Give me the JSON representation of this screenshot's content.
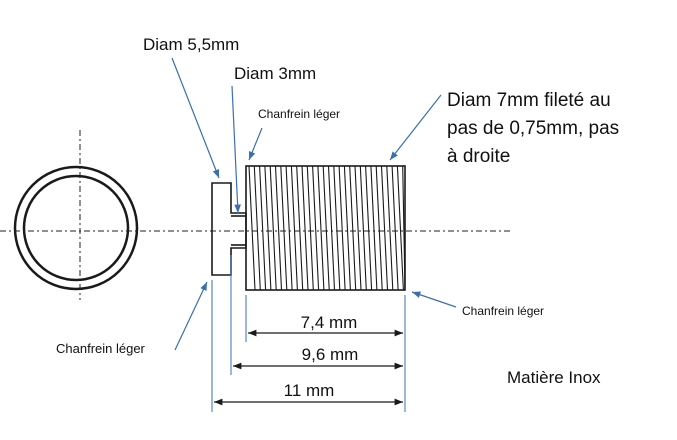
{
  "labels": {
    "diam_5_5": "Diam 5,5mm",
    "diam_3": "Diam 3mm",
    "chanfrein_top": "Chanfrein léger",
    "thread_line1": "Diam 7mm  fileté au",
    "thread_line2": "pas de 0,75mm, pas",
    "thread_line3": "à droite",
    "chanfrein_right": "Chanfrein léger",
    "chanfrein_left": "Chanfrein léger",
    "matiere": "Matière Inox"
  },
  "dimensions": {
    "d1": "7,4 mm",
    "d2": "9,6 mm",
    "d3": "11 mm"
  },
  "colors": {
    "line": "#1a1a1a",
    "leader": "#3a6fb0"
  }
}
